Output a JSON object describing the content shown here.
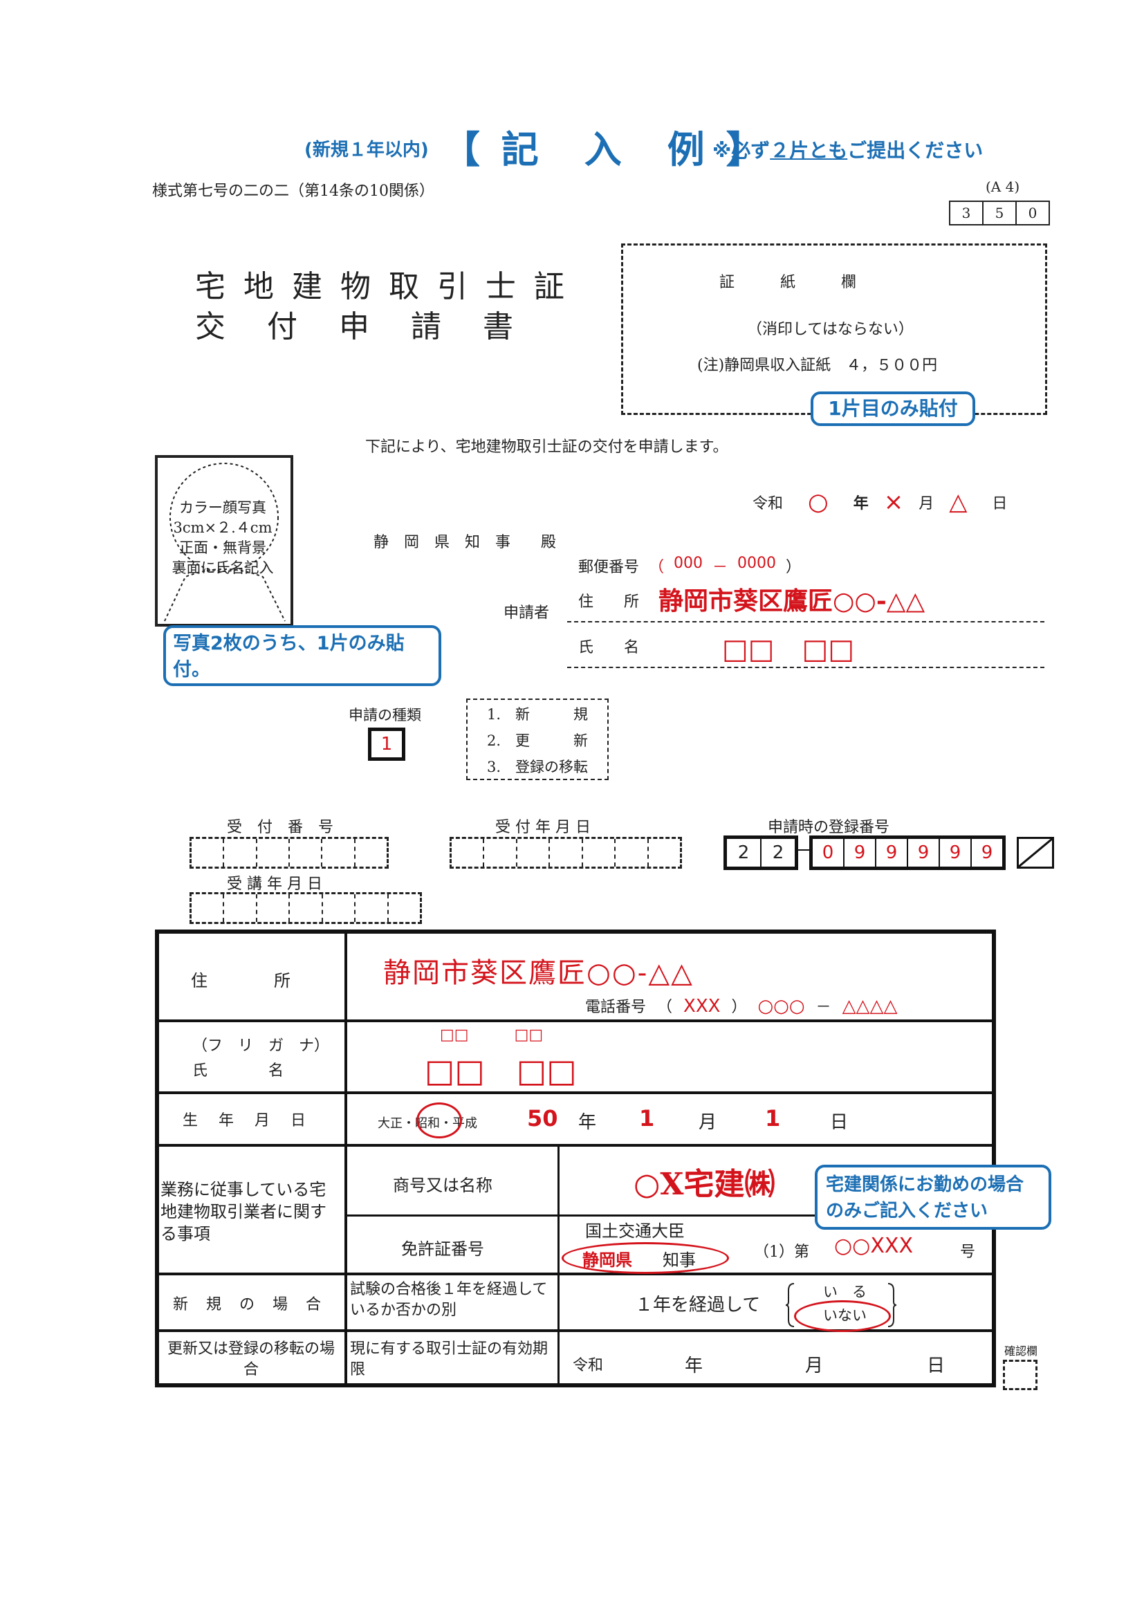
{
  "header": {
    "note_left": "(新規１年以内)",
    "title": "【 記　入　例 】",
    "note_right_1": "※必ず",
    "note_right_link": "２片とも",
    "note_right_2": "ご提出ください"
  },
  "form_ref": "様式第七号の二の二（第14条の10関係）",
  "paper_size": "(A 4)",
  "form_code": [
    "3",
    "5",
    "0"
  ],
  "form_title_1": "宅 地 建 物 取 引 士 証",
  "form_title_2": "交　付　申　請　書",
  "stamp": {
    "heading": "証　　　紙　　　欄",
    "note": "（消印してはならない）",
    "fee": "(注)静岡県収入証紙　４，５００円",
    "callout": "1片目のみ貼付"
  },
  "intro": "下記により、宅地建物取引士証の交付を申請します。",
  "date": {
    "era": "令和",
    "year_mark": "○",
    "year": "年",
    "month_mark": "×",
    "month": "月",
    "day_mark": "△",
    "day": "日"
  },
  "photo": {
    "line1": "カラー顔写真",
    "line2": "3cm×２.４cm",
    "line3": "正面・無背景",
    "line4": "裏面に氏名記入",
    "callout": "写真2枚のうち、1片のみ貼付。"
  },
  "addressee": "静　岡　県　知　事　　殿",
  "applicant": {
    "label": "申請者",
    "postal_label": "郵便番号",
    "postal_open": "（",
    "postal_1": "000",
    "postal_dash": "－",
    "postal_2": "0000",
    "postal_close": "）",
    "address_label": "住　　所",
    "address": "静岡市葵区鷹匠○○-△△",
    "name_label": "氏　　名",
    "name": "□□　□□"
  },
  "application_type": {
    "label": "申請の種類",
    "value": "1",
    "options": [
      "1.　新　　　規",
      "2.　更　　　新",
      "3.　登録の移転"
    ]
  },
  "numbers": {
    "receipt_no": "受　付　番　号",
    "receipt_date": "受 付 年 月 日",
    "reg_no_label": "申請時の登録番号",
    "pref_code": [
      "2",
      "2"
    ],
    "reg_no": [
      "0",
      "9",
      "9",
      "9",
      "9",
      "9"
    ],
    "course_date": "受 講 年 月 日"
  },
  "table": {
    "address_label": "住　　　　所",
    "address": "静岡市葵区鷹匠○○-△△",
    "phone_label": "電話番号",
    "phone_open": "（",
    "phone_area": "XXX",
    "phone_close": "）",
    "phone_mid": "○○○",
    "phone_dash": "－",
    "phone_last": "△△△△",
    "furigana_label": "（フ　リ　ガ　ナ）",
    "name_label": "氏　　　　名",
    "furigana": "□□　　　□□",
    "name": "□□　□□",
    "dob_label": "生　年　月　日",
    "era_options": "大正・昭和・平成",
    "dob_year": "50",
    "dob_year_unit": "年",
    "dob_month": "1",
    "dob_month_unit": "月",
    "dob_day": "1",
    "dob_day_unit": "日",
    "employer_section": "業務に従事している宅地建物取引業者に関する事項",
    "company_label": "商号又は名称",
    "company": "○X宅建㈱",
    "company_callout": "宅建関係にお勤めの場合のみご記入ください",
    "license_label": "免許証番号",
    "license_minister": "国土交通大臣",
    "license_pref": "静岡県",
    "license_governor": "知事",
    "license_round": "（1）第",
    "license_no": "○○XXX",
    "license_suffix": "号",
    "new_label": "新　規　の　場　合",
    "new_question": "試験の合格後１年を経過しているか否かの別",
    "new_answer_prefix": "１年を経過して",
    "new_answer_yes": "い　る",
    "new_answer_no": "いない",
    "renew_label": "更新又は登録の移転の場合",
    "renew_question": "現に有する取引士証の有効期限",
    "renew_era": "令和",
    "renew_year": "年",
    "renew_month": "月",
    "renew_day": "日",
    "check_label": "確認欄"
  },
  "colors": {
    "accent_red": "#d4141c",
    "accent_blue": "#1c6fb4"
  }
}
